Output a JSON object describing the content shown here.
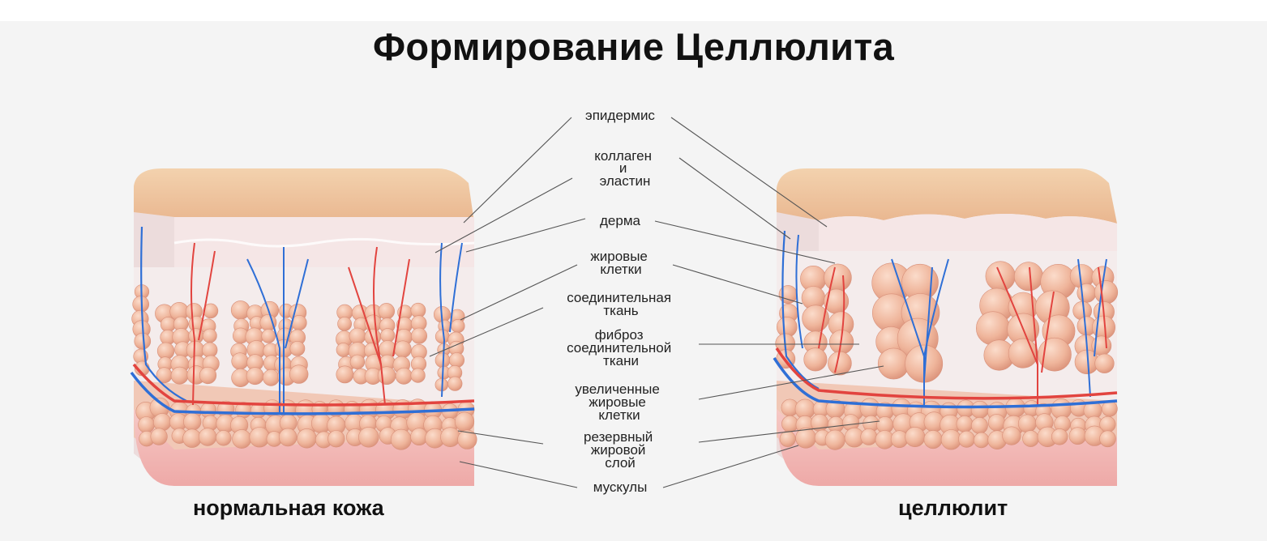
{
  "title": "Формирование Целлюлита",
  "captions": {
    "normal": "нормальная кожа",
    "cellulite": "целлюлит"
  },
  "labels": [
    {
      "id": "epidermis",
      "lines": [
        "эпидермис"
      ]
    },
    {
      "id": "collagen",
      "lines": [
        "коллаген",
        "и",
        "эластин"
      ]
    },
    {
      "id": "dermis",
      "lines": [
        "дерма"
      ]
    },
    {
      "id": "fat-cells",
      "lines": [
        "жировые",
        "клетки"
      ]
    },
    {
      "id": "connective",
      "lines": [
        "соединительная",
        "ткань"
      ]
    },
    {
      "id": "fibrosis",
      "lines": [
        "фиброз",
        "соединительной",
        "ткани"
      ]
    },
    {
      "id": "enlarged",
      "lines": [
        "увеличенные",
        "жировые",
        "клетки"
      ]
    },
    {
      "id": "reserve",
      "lines": [
        "резервный",
        "жировой",
        "слой"
      ]
    },
    {
      "id": "muscles",
      "lines": [
        "мускулы"
      ]
    }
  ],
  "colors": {
    "skin_top": "#f0c9a0",
    "dermis": "#f6e3e3",
    "fat": "#eeb39a",
    "muscle": "#f3bcbc",
    "artery": "#e2443f",
    "vein": "#2f6fd6"
  }
}
